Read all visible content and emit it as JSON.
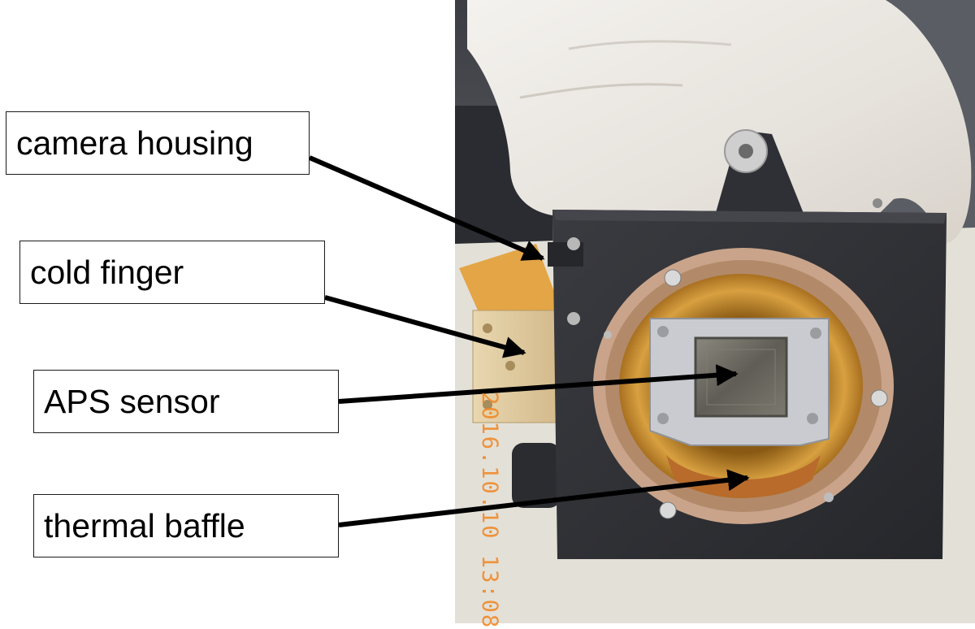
{
  "labels": {
    "camera_housing": "camera housing",
    "cold_finger": "cold finger",
    "aps_sensor": "APS sensor",
    "thermal_baffle": "thermal baffle"
  },
  "photo": {
    "timestamp": "2016.10.10 13:08"
  },
  "colors": {
    "camera_housing": "#2e2f33",
    "gold_foil": "#c08a2a",
    "sensor": "#6c6a60",
    "timestamp": "#f08a2a",
    "arrow": "#000000",
    "label_border": "#1a1a1a"
  }
}
